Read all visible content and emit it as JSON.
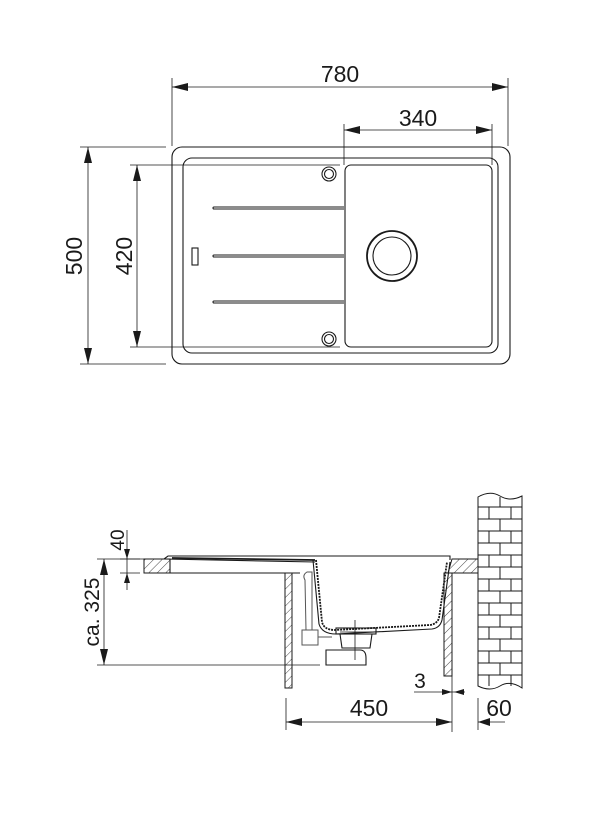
{
  "plan_view": {
    "dimensions": {
      "overall_width": "780",
      "bowl_width": "340",
      "overall_depth": "500",
      "inner_depth": "420"
    },
    "features": [
      "drainer-grooves",
      "tap-hole-top",
      "tap-hole-bottom",
      "overflow-slot",
      "waste-outlet"
    ]
  },
  "section_view": {
    "dimensions": {
      "rim_thickness": "40",
      "installation_depth": "ca. 325",
      "cabinet_width": "450",
      "wall_gap": "3",
      "wall_offset": "60"
    }
  },
  "colors": {
    "line": "#1a1a1a",
    "background": "#ffffff"
  }
}
